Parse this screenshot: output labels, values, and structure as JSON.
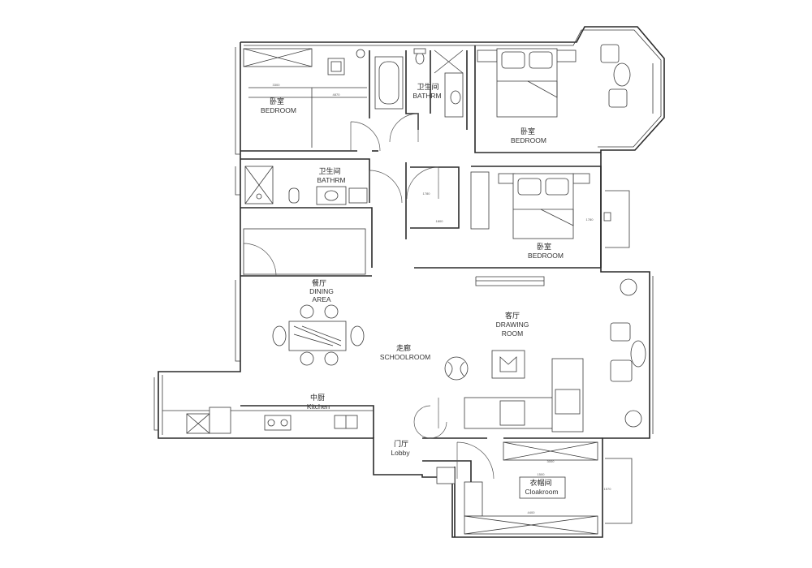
{
  "rooms": {
    "bedroom_nw": {
      "zh": "卧室",
      "en": "BEDROOM"
    },
    "bathroom_top": {
      "zh": "卫生间",
      "en": "BATHRM"
    },
    "bedroom_ne": {
      "zh": "卧室",
      "en": "BEDROOM"
    },
    "bathroom_mid": {
      "zh": "卫生间",
      "en": "BATHRM"
    },
    "bedroom_mid": {
      "zh": "卧室",
      "en": "BEDROOM"
    },
    "dining": {
      "zh": "餐厅",
      "en1": "DINING",
      "en2": "AREA"
    },
    "drawing_room": {
      "zh": "客厅",
      "en1": "DRAWING",
      "en2": "ROOM"
    },
    "corridor": {
      "zh": "走廊",
      "en": "SCHOOLROOM"
    },
    "kitchen": {
      "zh": "中厨",
      "en": "Kitchen"
    },
    "lobby": {
      "zh": "门厅",
      "en": "Lobby"
    },
    "cloakroom": {
      "zh": "衣帽间",
      "en": "Cloakroom"
    }
  },
  "dimensions": {
    "d1": "3300",
    "d2": "4870",
    "d3": "1780",
    "d4": "1800",
    "d5": "1780",
    "d6": "3000",
    "d7": "1500",
    "d8": "1570",
    "d9": "4400"
  }
}
